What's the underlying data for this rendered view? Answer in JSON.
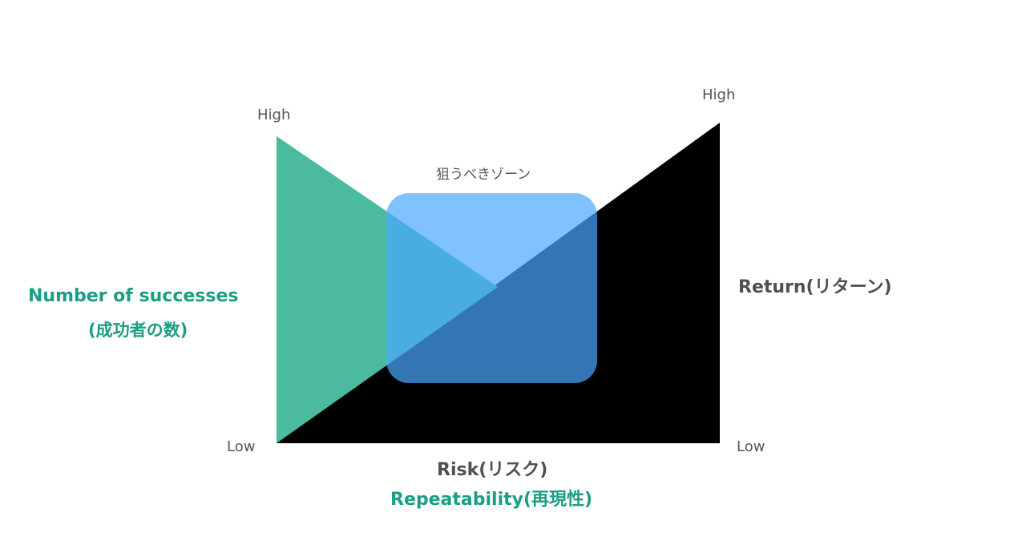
{
  "colors": {
    "left_triangle": "#3db394",
    "bottom_triangle": "#0a8a6c",
    "right_triangle": "#000000",
    "zone": "#4aa8ff",
    "green_text": "#1a9e84",
    "dark_text": "#505050",
    "tick_text": "#555555"
  },
  "labels": {
    "left_high": "High",
    "left_low": "Low",
    "right_high": "High",
    "right_low": "Low",
    "zone": "狙うべきゾーン",
    "left_axis_line1": "Number of successes",
    "left_axis_line2": "(成功者の数)",
    "right_axis": "Return(リターン)",
    "bottom_axis_dark": "Risk(リスク)",
    "bottom_axis_green": "Repeatability(再現性)"
  }
}
